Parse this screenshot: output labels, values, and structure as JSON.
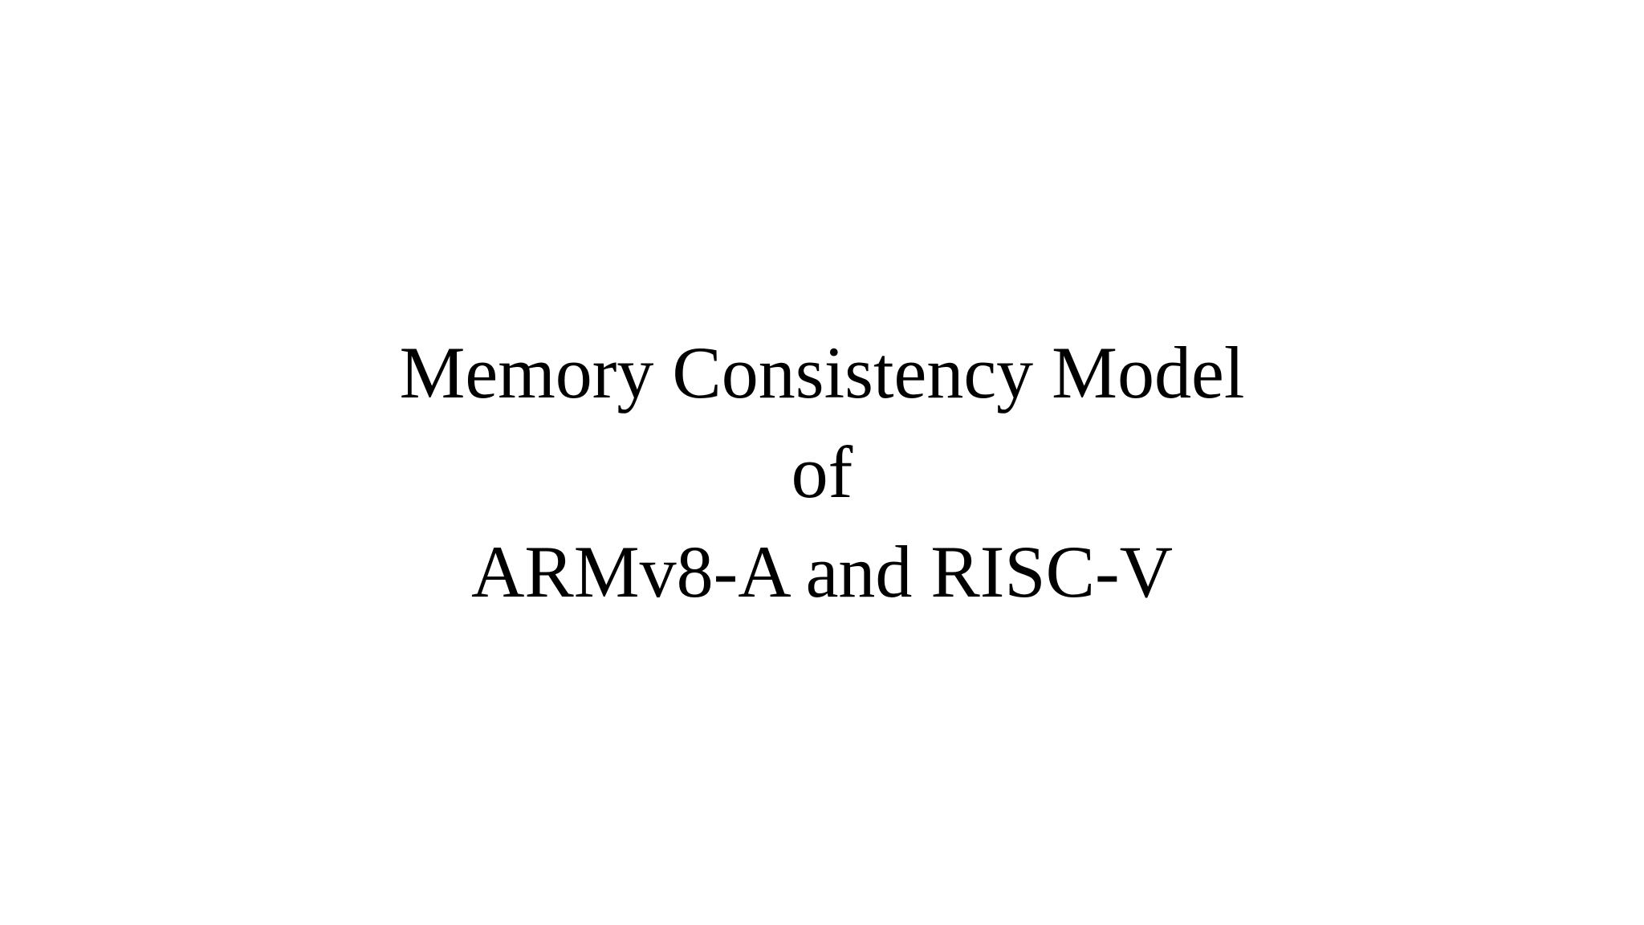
{
  "slide": {
    "title_lines": [
      "Memory Consistency Model",
      "of",
      "ARMv8-A and RISC-V"
    ],
    "background_color": "#ffffff",
    "text_color": "#000000"
  }
}
